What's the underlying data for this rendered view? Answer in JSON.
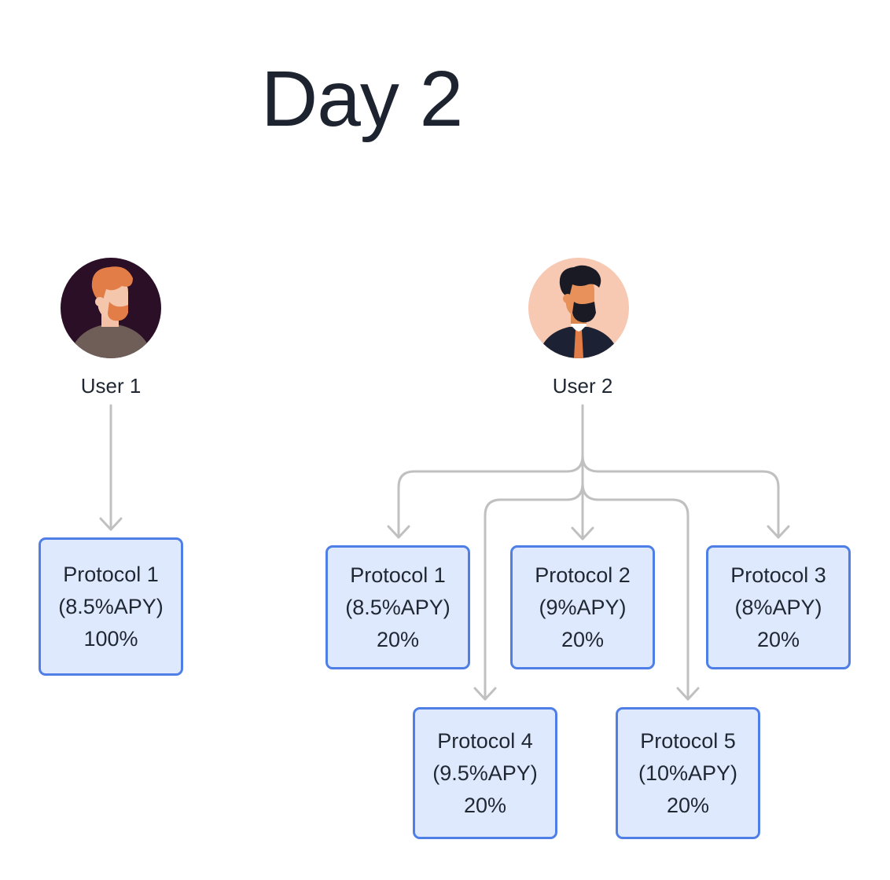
{
  "title": "Day 2",
  "colors": {
    "box_border": "#4f7fe6",
    "box_fill": "#dfe9fd",
    "connector": "#c0c0c0"
  },
  "users": [
    {
      "label": "User 1",
      "avatar": "user-1-avatar"
    },
    {
      "label": "User 2",
      "avatar": "user-2-avatar"
    }
  ],
  "user1_boxes": [
    {
      "name": "Protocol 1",
      "apy": "(8.5%APY)",
      "share": "100%"
    }
  ],
  "user2_boxes": [
    {
      "name": "Protocol 1",
      "apy": "(8.5%APY)",
      "share": "20%"
    },
    {
      "name": "Protocol 2",
      "apy": "(9%APY)",
      "share": "20%"
    },
    {
      "name": "Protocol 3",
      "apy": "(8%APY)",
      "share": "20%"
    },
    {
      "name": "Protocol 4",
      "apy": "(9.5%APY)",
      "share": "20%"
    },
    {
      "name": "Protocol 5",
      "apy": "(10%APY)",
      "share": "20%"
    }
  ]
}
